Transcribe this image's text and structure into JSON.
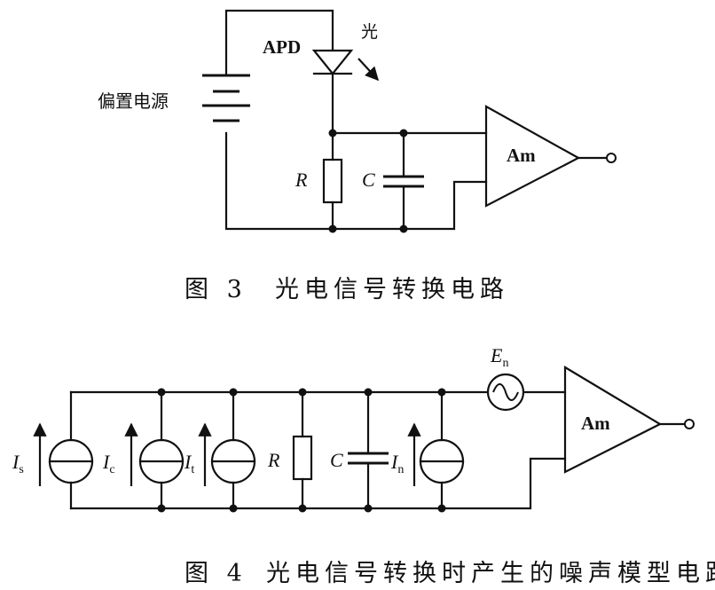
{
  "figure3": {
    "apd_label": "APD",
    "light_label": "光",
    "bias_label": "偏置电源",
    "r_label": "R",
    "c_label": "C",
    "amp_label": "Am",
    "caption_num": "图 3",
    "caption_text": "光电信号转换电路"
  },
  "figure4": {
    "is_main": "I",
    "is_sub": "s",
    "ic_main": "I",
    "ic_sub": "c",
    "it_main": "I",
    "it_sub": "t",
    "r_label": "R",
    "c_label": "C",
    "in_main": "I",
    "in_sub": "n",
    "en_main": "E",
    "en_sub": "n",
    "amp_label": "Am",
    "caption_num": "图 4",
    "caption_text": "光电信号转换时产生的噪声模型电路"
  }
}
